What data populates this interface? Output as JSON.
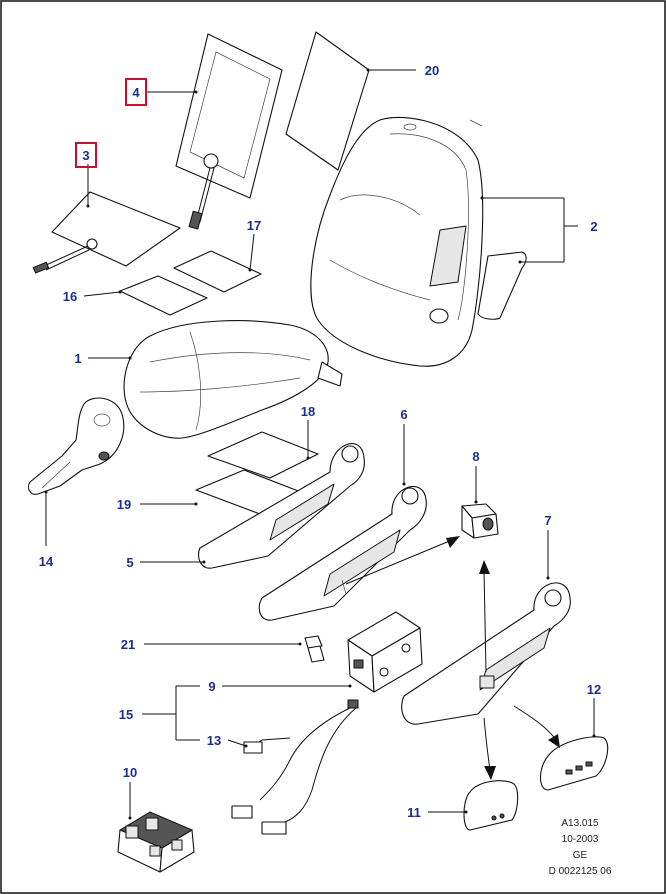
{
  "callouts": {
    "c1": "1",
    "c2": "2",
    "c3": "3",
    "c4": "4",
    "c5": "5",
    "c6": "6",
    "c7": "7",
    "c8": "8",
    "c9": "9",
    "c10": "10",
    "c11": "11",
    "c12": "12",
    "c13": "13",
    "c14": "14",
    "c15": "15",
    "c16": "16",
    "c17": "17",
    "c18": "18",
    "c19": "19",
    "c20": "20",
    "c21": "21"
  },
  "highlighted_callouts": [
    "3",
    "4"
  ],
  "highlight_color": "#c8102e",
  "label_color": "#1f2e8a",
  "reference": {
    "line1": "A13.015",
    "line2": "10-2003",
    "line3": "GE",
    "line4": "D 0022125 06"
  }
}
